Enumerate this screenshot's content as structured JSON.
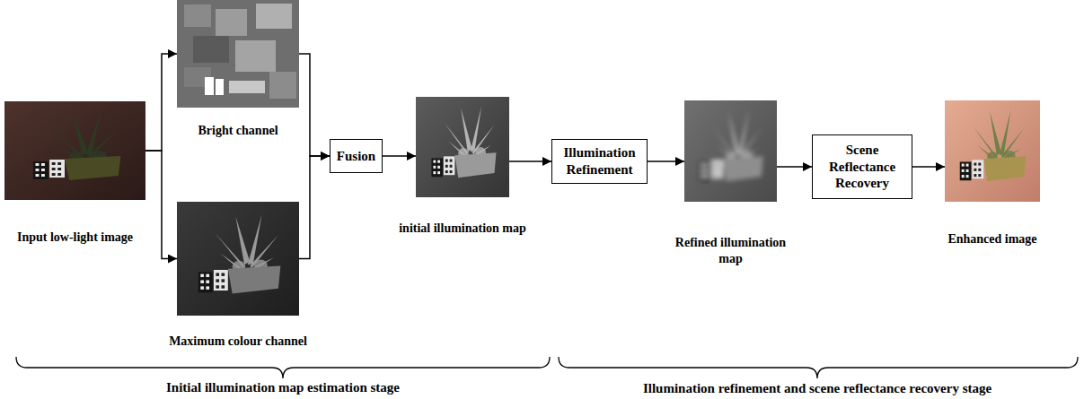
{
  "diagram": {
    "nodes": [
      {
        "text": [
          "Input low-light image"
        ]
      },
      {
        "text": [
          "Bright channel"
        ]
      },
      {
        "text": [
          "Maximum colour channel"
        ]
      },
      {
        "text": [
          "Fusion"
        ]
      },
      {
        "text": [
          "initial illumination map"
        ]
      },
      {
        "text": [
          "Illumination Refinement"
        ]
      },
      {
        "text": [
          "Refined illumination map"
        ]
      },
      {
        "text": [
          "Scene Reflectance Recovery"
        ]
      },
      {
        "text": [
          "Enhanced image"
        ]
      }
    ],
    "edges": [
      {
        "from": 0,
        "to": 1,
        "arrow": "to"
      },
      {
        "from": 0,
        "to": 2,
        "arrow": "to"
      },
      {
        "from": 1,
        "to": 3,
        "arrow": "to"
      },
      {
        "from": 2,
        "to": 3,
        "arrow": "to"
      },
      {
        "from": 3,
        "to": 4,
        "arrow": "to"
      },
      {
        "from": 4,
        "to": 5,
        "arrow": "to"
      },
      {
        "from": 5,
        "to": 6,
        "arrow": "to"
      },
      {
        "from": 6,
        "to": 7,
        "arrow": "to"
      },
      {
        "from": 7,
        "to": 8,
        "arrow": "to"
      }
    ],
    "labels": [
      "Initial illumination map estimation stage",
      "Illumination refinement and scene reflectance recovery stage"
    ]
  }
}
